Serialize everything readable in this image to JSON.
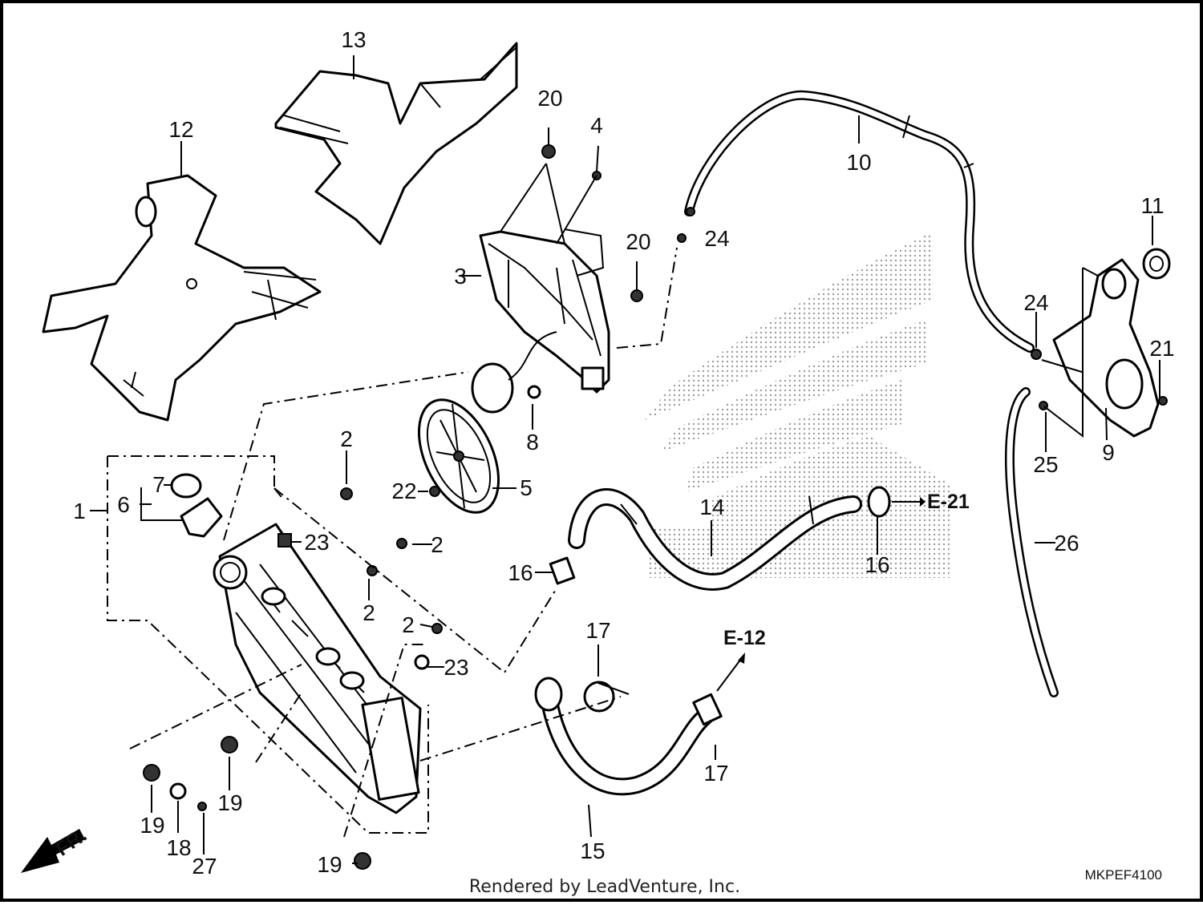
{
  "diagram": {
    "callouts": [
      {
        "id": "c13",
        "text": "13"
      },
      {
        "id": "c12",
        "text": "12"
      },
      {
        "id": "c20a",
        "text": "20"
      },
      {
        "id": "c4",
        "text": "4"
      },
      {
        "id": "c10",
        "text": "10"
      },
      {
        "id": "c20b",
        "text": "20"
      },
      {
        "id": "c24a",
        "text": "24"
      },
      {
        "id": "c3",
        "text": "3"
      },
      {
        "id": "c11",
        "text": "11"
      },
      {
        "id": "c24b",
        "text": "24"
      },
      {
        "id": "c21",
        "text": "21"
      },
      {
        "id": "c8",
        "text": "8"
      },
      {
        "id": "c9",
        "text": "9"
      },
      {
        "id": "c25",
        "text": "25"
      },
      {
        "id": "c2a",
        "text": "2"
      },
      {
        "id": "c7",
        "text": "7"
      },
      {
        "id": "c6",
        "text": "6"
      },
      {
        "id": "c1",
        "text": "1"
      },
      {
        "id": "c22",
        "text": "22"
      },
      {
        "id": "c5",
        "text": "5"
      },
      {
        "id": "c14",
        "text": "14"
      },
      {
        "id": "c23a",
        "text": "23"
      },
      {
        "id": "c2b",
        "text": "2"
      },
      {
        "id": "c16a",
        "text": "16"
      },
      {
        "id": "c16b",
        "text": "16"
      },
      {
        "id": "c26",
        "text": "26"
      },
      {
        "id": "c2c",
        "text": "2"
      },
      {
        "id": "c2d",
        "text": "2"
      },
      {
        "id": "c23b",
        "text": "23"
      },
      {
        "id": "c17a",
        "text": "17"
      },
      {
        "id": "c17b",
        "text": "17"
      },
      {
        "id": "c19a",
        "text": "19"
      },
      {
        "id": "c19b",
        "text": "19"
      },
      {
        "id": "c18",
        "text": "18"
      },
      {
        "id": "c27",
        "text": "27"
      },
      {
        "id": "c15",
        "text": "15"
      },
      {
        "id": "c19c",
        "text": "19"
      }
    ],
    "refs": {
      "e21": "E-21",
      "e12": "E-12",
      "front": "FR."
    },
    "diagram_code": "MKPEF4100",
    "credit": "Rendered by LeadVenture, Inc."
  }
}
